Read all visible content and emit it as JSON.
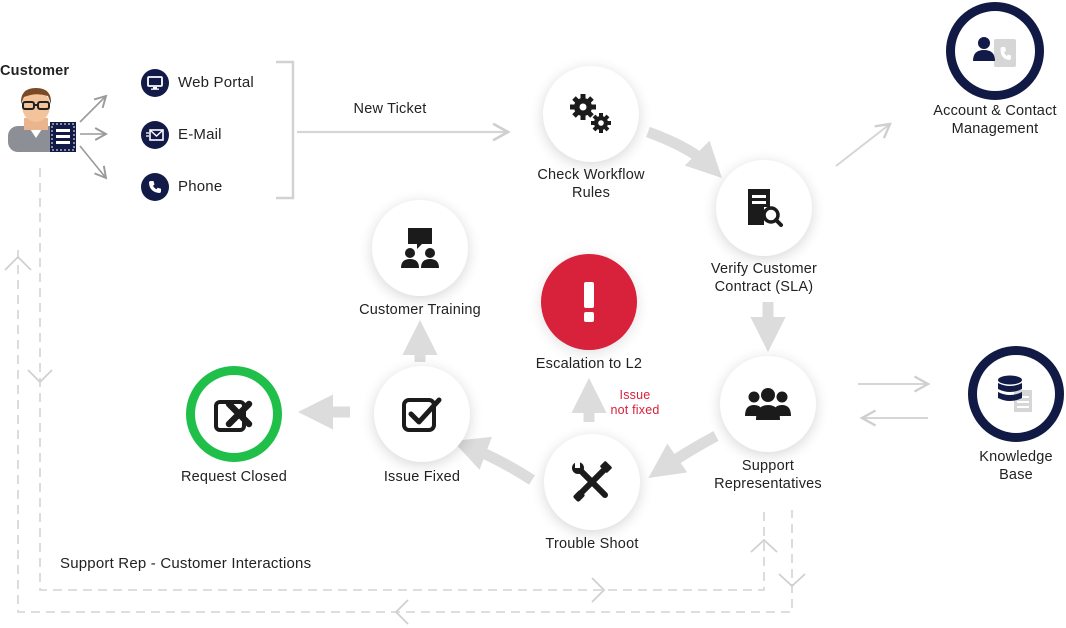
{
  "actor": {
    "label": "Customer"
  },
  "channels": [
    {
      "label": "Web Portal",
      "icon": "monitor-icon"
    },
    {
      "label": "E-Mail",
      "icon": "email-icon"
    },
    {
      "label": "Phone",
      "icon": "phone-icon"
    }
  ],
  "flow": {
    "new_ticket_label": "New Ticket",
    "issue_not_fixed_label": "Issue\nnot fixed",
    "interactions_label": "Support Rep - Customer Interactions"
  },
  "nodes": {
    "check_workflow": {
      "label": "Check Workflow\nRules",
      "icon": "gears-icon"
    },
    "verify_contract": {
      "label": "Verify Customer\nContract (SLA)",
      "icon": "contract-search-icon"
    },
    "account_contact": {
      "label": "Account & Contact\nManagement",
      "icon": "contact-card-icon"
    },
    "support_reps": {
      "label": "Support\nRepresentatives",
      "icon": "group-icon"
    },
    "knowledge_base": {
      "label": "Knowledge\nBase",
      "icon": "database-icon"
    },
    "escalation": {
      "label": "Escalation to L2",
      "icon": "exclamation-icon"
    },
    "trouble_shoot": {
      "label": "Trouble Shoot",
      "icon": "tools-icon"
    },
    "issue_fixed": {
      "label": "Issue Fixed",
      "icon": "checkbox-icon"
    },
    "customer_training": {
      "label": "Customer Training",
      "icon": "presenter-icon"
    },
    "request_closed": {
      "label": "Request Closed",
      "icon": "close-box-icon"
    }
  },
  "colors": {
    "navy": "#121a47",
    "alert_red": "#d8213a",
    "success_green": "#1fbf4a",
    "arrow_gray": "#dcdcdc",
    "dashed_gray": "#d9d9d9"
  }
}
